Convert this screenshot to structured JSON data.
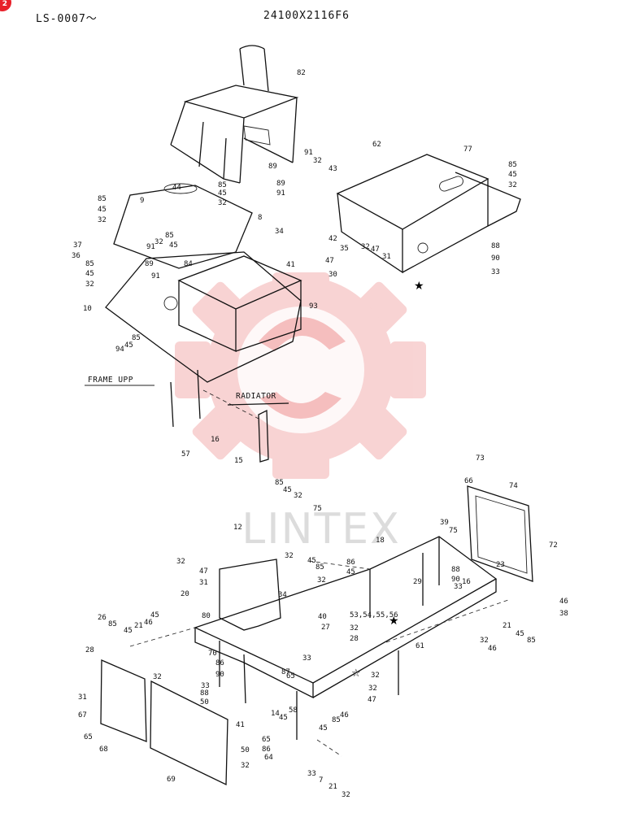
{
  "header": {
    "left": "LS-0007〜",
    "right": "24100X2116F6"
  },
  "corner_badge": "2",
  "watermark": {
    "text": "LINTEX",
    "color": "#f2a6a6"
  },
  "labels": {
    "frame": "FRAME UPP",
    "radiator": "RADIATOR"
  },
  "part_numbers": [
    "82",
    "91",
    "32",
    "89",
    "43",
    "89",
    "91",
    "62",
    "77",
    "85",
    "45",
    "32",
    "44",
    "85",
    "45",
    "32",
    "85",
    "45",
    "32",
    "9",
    "8",
    "34",
    "42",
    "37",
    "36",
    "85",
    "45",
    "32",
    "91",
    "32",
    "85",
    "45",
    "89",
    "91",
    "84",
    "41",
    "35",
    "32",
    "47",
    "31",
    "47",
    "30",
    "88",
    "90",
    "33",
    "10",
    "93",
    "85",
    "45",
    "94",
    "57",
    "16",
    "15",
    "85",
    "45",
    "32",
    "75",
    "12",
    "73",
    "66",
    "74",
    "39",
    "75",
    "18",
    "72",
    "32",
    "47",
    "31",
    "20",
    "80",
    "32",
    "45",
    "85",
    "86",
    "45",
    "32",
    "88",
    "90",
    "33",
    "16",
    "29",
    "23",
    "34",
    "40",
    "53,54,55,56",
    "27",
    "32",
    "28",
    "46",
    "38",
    "21",
    "45",
    "85",
    "32",
    "46",
    "26",
    "85",
    "45",
    "21",
    "46",
    "45",
    "28",
    "32",
    "70",
    "86",
    "90",
    "33",
    "88",
    "50",
    "33",
    "87",
    "65",
    "32",
    "61",
    "32",
    "47",
    "31",
    "67",
    "65",
    "68",
    "41",
    "58",
    "14",
    "45",
    "65",
    "86",
    "50",
    "32",
    "64",
    "69",
    "33",
    "7",
    "21",
    "32",
    "45",
    "85",
    "46",
    "45",
    "28"
  ]
}
